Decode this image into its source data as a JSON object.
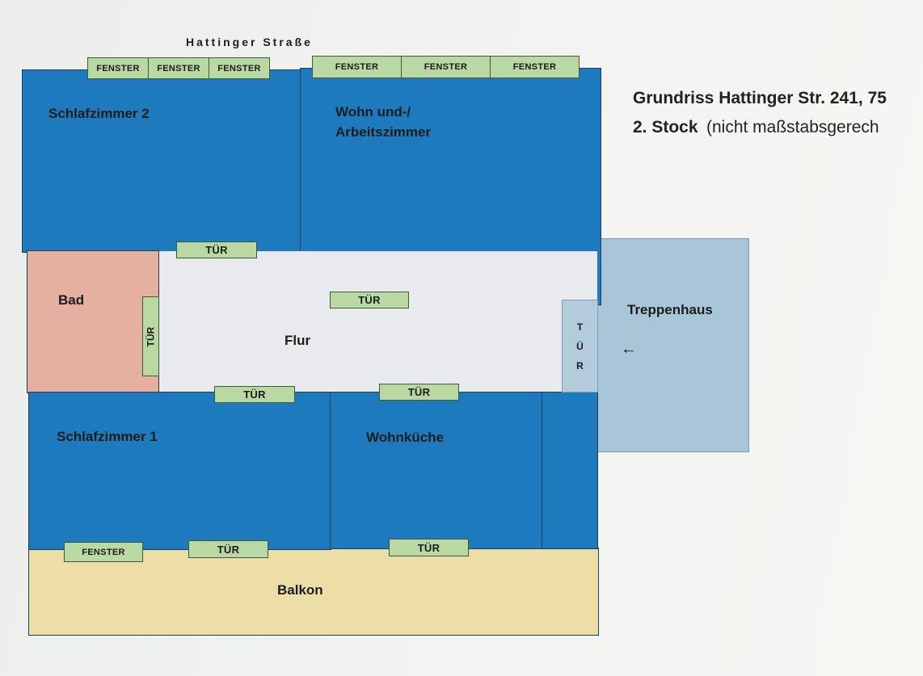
{
  "street": "Hattinger Straße",
  "title": "Grundriss Hattinger Str. 241, 75",
  "floor": "2. Stock",
  "note": "(nicht maßstabsgerech",
  "rooms": {
    "schlafzimmer2": "Schlafzimmer 2",
    "wohn_line1": "Wohn und-/",
    "wohn_line2": "Arbeitszimmer",
    "bad": "Bad",
    "flur": "Flur",
    "schlafzimmer1": "Schlafzimmer 1",
    "wohnkueche": "Wohnküche",
    "balkon": "Balkon",
    "treppenhaus": "Treppenhaus"
  },
  "labels": {
    "fenster": "FENSTER",
    "tuer": "TÜR",
    "tuer_letters": [
      "T",
      "Ü",
      "R"
    ]
  },
  "arrow": "←"
}
